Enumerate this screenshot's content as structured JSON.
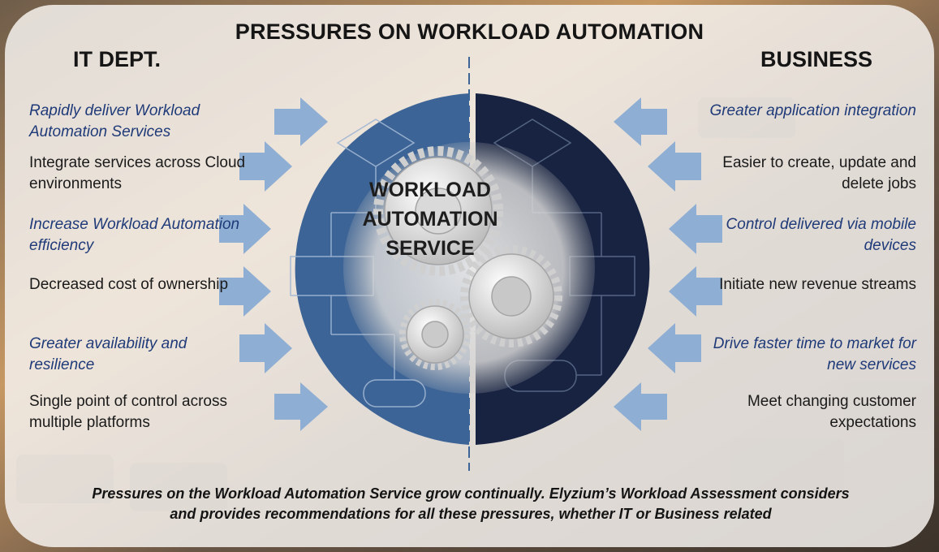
{
  "title": "PRESSURES ON WORKLOAD AUTOMATION",
  "left_column": {
    "heading": "IT DEPT.",
    "items": [
      {
        "text": "Rapidly deliver Workload Automation Services",
        "style": "italic"
      },
      {
        "text": "Integrate services across Cloud environments",
        "style": "normal"
      },
      {
        "text": "Increase Workload Automation efficiency",
        "style": "italic"
      },
      {
        "text": "Decreased cost of ownership",
        "style": "normal"
      },
      {
        "text": "Greater availability and resilience",
        "style": "italic"
      },
      {
        "text": "Single point of control across multiple platforms",
        "style": "normal"
      }
    ]
  },
  "right_column": {
    "heading": "BUSINESS",
    "items": [
      {
        "text": "Greater application integration",
        "style": "italic"
      },
      {
        "text": "Easier to create, update and delete jobs",
        "style": "normal"
      },
      {
        "text": "Control delivered via mobile devices",
        "style": "italic"
      },
      {
        "text": "Initiate new revenue streams",
        "style": "normal"
      },
      {
        "text": "Drive faster time to market for new services",
        "style": "italic"
      },
      {
        "text": "Meet changing customer expectations",
        "style": "normal"
      }
    ]
  },
  "center": {
    "line1": "WORKLOAD",
    "line2": "AUTOMATION",
    "line3": "SERVICE"
  },
  "footer": {
    "line1": "Pressures on the Workload Automation Service grow continually. Elyzium’s Workload Assessment considers",
    "line2": "and provides recommendations for all these pressures, whether IT or Business related"
  },
  "colors": {
    "italic_text": "#1f3a78",
    "left_half": "#3d6496",
    "right_half": "#172341",
    "arrow": "#8eaed3",
    "panel": "#f3f0ec"
  },
  "icons": [
    "gear-icon",
    "arrow-right-icon",
    "arrow-left-icon",
    "flowchart-icon"
  ]
}
